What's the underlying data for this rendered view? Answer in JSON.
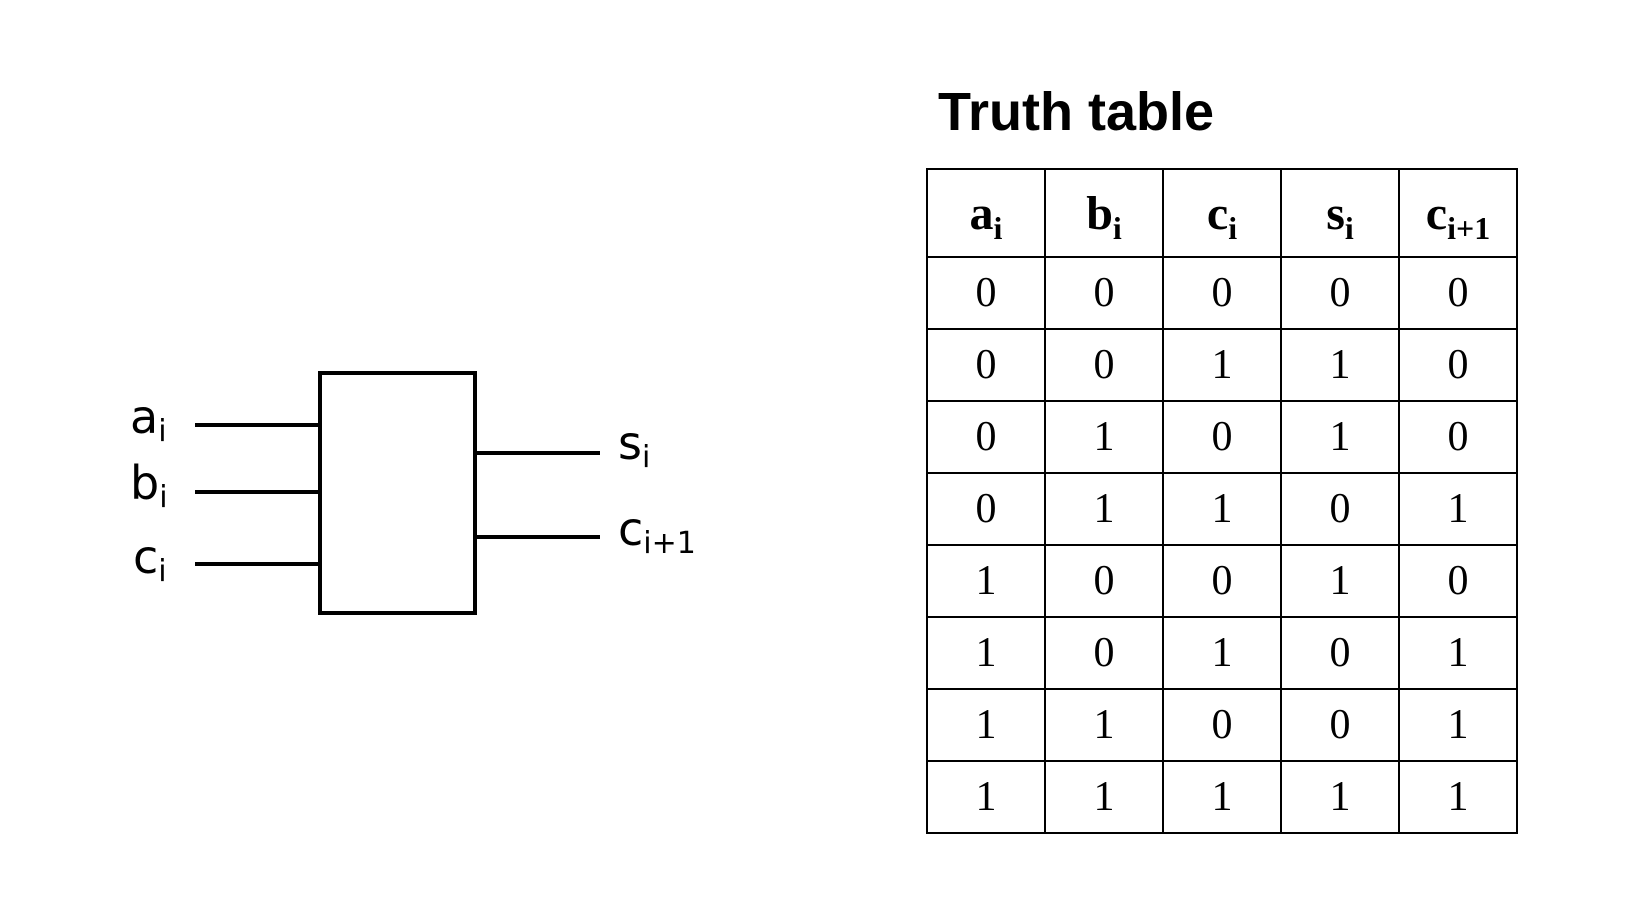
{
  "diagram": {
    "inputs": [
      {
        "base": "a",
        "sub": "i"
      },
      {
        "base": "b",
        "sub": "i"
      },
      {
        "base": "c",
        "sub": "i"
      }
    ],
    "outputs": [
      {
        "base": "s",
        "sub": "i"
      },
      {
        "base": "c",
        "sub": "i+1"
      }
    ]
  },
  "truth_table": {
    "title": "Truth table",
    "headers": [
      {
        "base": "a",
        "sub": "i"
      },
      {
        "base": "b",
        "sub": "i"
      },
      {
        "base": "c",
        "sub": "i"
      },
      {
        "base": "s",
        "sub": "i"
      },
      {
        "base": "c",
        "sub": "i+1"
      }
    ],
    "rows": [
      [
        "0",
        "0",
        "0",
        "0",
        "0"
      ],
      [
        "0",
        "0",
        "1",
        "1",
        "0"
      ],
      [
        "0",
        "1",
        "0",
        "1",
        "0"
      ],
      [
        "0",
        "1",
        "1",
        "0",
        "1"
      ],
      [
        "1",
        "0",
        "0",
        "1",
        "0"
      ],
      [
        "1",
        "0",
        "1",
        "0",
        "1"
      ],
      [
        "1",
        "1",
        "0",
        "0",
        "1"
      ],
      [
        "1",
        "1",
        "1",
        "1",
        "1"
      ]
    ]
  }
}
